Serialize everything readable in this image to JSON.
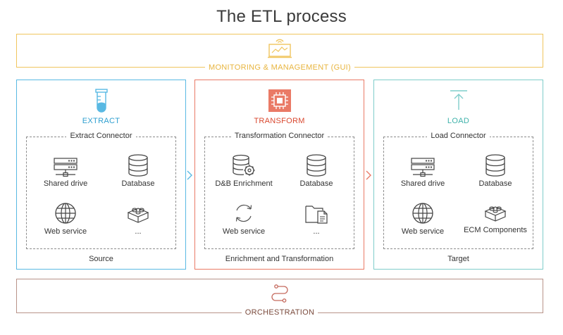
{
  "title": "The ETL process",
  "monitoring": {
    "label": "MONITORING & MANAGEMENT (GUI)",
    "color": "#f0c55e",
    "icon": "monitor-dashboard-icon"
  },
  "orchestration": {
    "label": "ORCHESTRATION",
    "color": "#b89389",
    "icon": "workflow-icon"
  },
  "panels": [
    {
      "title": "EXTRACT",
      "color": "#59b9e3",
      "icon": "beaker-icon",
      "connector": "Extract Connector",
      "items": [
        {
          "label": "Shared drive",
          "icon": "server-icon"
        },
        {
          "label": "Database",
          "icon": "database-icon"
        },
        {
          "label": "Web service",
          "icon": "globe-icon"
        },
        {
          "label": "...",
          "icon": "blocks-icon"
        }
      ],
      "footer": "Source"
    },
    {
      "title": "TRANSFORM",
      "color": "#ea7a66",
      "icon": "chip-icon",
      "connector": "Transformation Connector",
      "items": [
        {
          "label": "D&B Enrichment",
          "icon": "database-gear-icon"
        },
        {
          "label": "Database",
          "icon": "database-icon"
        },
        {
          "label": "Web service",
          "icon": "refresh-icon"
        },
        {
          "label": "...",
          "icon": "folder-file-icon"
        }
      ],
      "footer": "Enrichment and Transformation"
    },
    {
      "title": "LOAD",
      "color": "#7fcdca",
      "icon": "upload-arrow-icon",
      "connector": "Load Connector",
      "items": [
        {
          "label": "Shared drive",
          "icon": "server-icon"
        },
        {
          "label": "Database",
          "icon": "database-icon"
        },
        {
          "label": "Web service",
          "icon": "globe-icon"
        },
        {
          "label": "ECM Components",
          "icon": "blocks-icon"
        }
      ],
      "footer": "Target"
    }
  ]
}
